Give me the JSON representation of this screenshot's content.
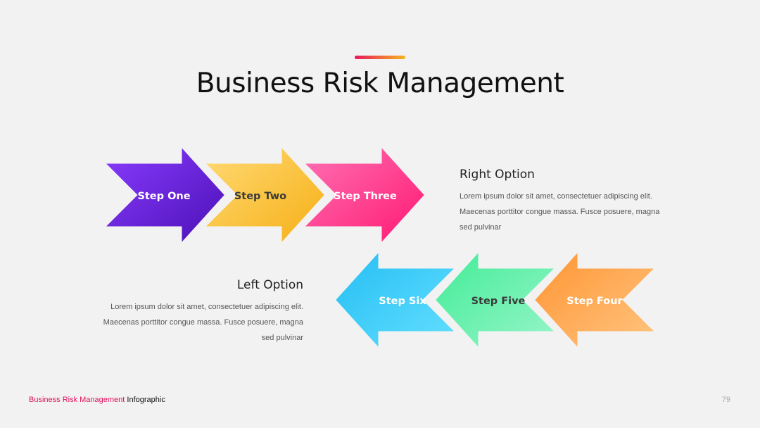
{
  "slide": {
    "title": "Business Risk Management",
    "accent_colors": [
      "#e8185f",
      "#f7b51c"
    ]
  },
  "steps": [
    {
      "label": "Step One",
      "color_from": "#7b2ff7",
      "color_to": "#4a0fb5",
      "icon": "right-arrow-shape"
    },
    {
      "label": "Step Two",
      "color_from": "#ffd86a",
      "color_to": "#f6b21b",
      "icon": "right-arrow-shape"
    },
    {
      "label": "Step Three",
      "color_from": "#ff6ab0",
      "color_to": "#ff1f78",
      "icon": "right-arrow-shape"
    },
    {
      "label": "Step Four",
      "color_from": "#ff9b3c",
      "color_to": "#ffc07a",
      "icon": "left-arrow-shape"
    },
    {
      "label": "Step Five",
      "color_from": "#4ff0a0",
      "color_to": "#8ef3c4",
      "icon": "left-arrow-shape"
    },
    {
      "label": "Step Six",
      "color_from": "#2fc4f5",
      "color_to": "#5fdcff",
      "icon": "left-arrow-shape"
    }
  ],
  "right_option": {
    "title": "Right Option",
    "body": "Lorem ipsum dolor sit amet, consectetuer adipiscing elit. Maecenas porttitor congue massa. Fusce posuere, magna sed pulvinar"
  },
  "left_option": {
    "title": "Left Option",
    "body": "Lorem ipsum dolor sit amet, consectetuer adipiscing elit. Maecenas porttitor congue massa. Fusce posuere, magna sed pulvinar"
  },
  "footer": {
    "brand": "Business Risk Management",
    "suffix": " Infographic",
    "page_number": "79"
  }
}
